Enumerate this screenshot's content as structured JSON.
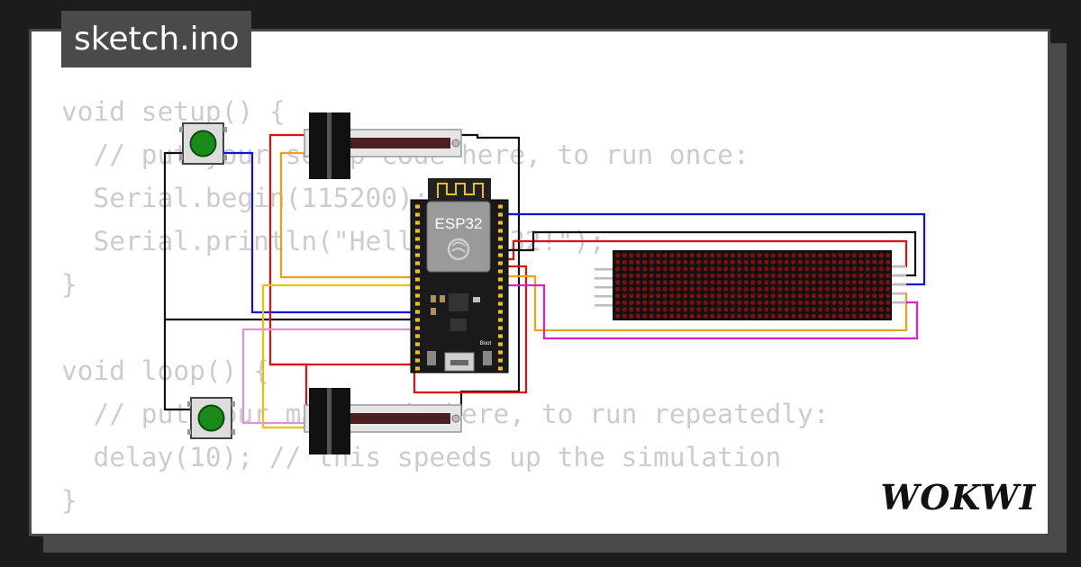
{
  "sketch": {
    "filename": "sketch.ino"
  },
  "code_lines": [
    "void setup() {",
    "  // put your setup code here, to run once:",
    "  Serial.begin(115200);",
    "  Serial.println(\"Hello, ESP32!\");",
    "}",
    "",
    "void loop() {",
    "  // put your main code here, to run repeatedly:",
    "  delay(10); // this speeds up the simulation",
    "}"
  ],
  "board": {
    "label": "ESP32",
    "boot_label": "Boot"
  },
  "brand": {
    "logo_text": "WOKWI"
  },
  "colors": {
    "background": "#1c1c1c",
    "frame": "#4a4a4a",
    "code_text": "#cccccc",
    "wire_red": "#e01010",
    "wire_black": "#111111",
    "wire_blue": "#1010e0",
    "wire_yellow": "#f0c000",
    "wire_orange": "#f0a010",
    "wire_pink": "#e040e0",
    "wire_violet": "#e090e0",
    "button_cap": "#1a8a1a",
    "matrix_body": "#111111",
    "board_body": "#1a1a1a"
  },
  "icons": [
    "pushbutton-icon",
    "slide-potentiometer-icon",
    "led-matrix-icon",
    "esp32-board-icon",
    "wokwi-logo-icon"
  ]
}
